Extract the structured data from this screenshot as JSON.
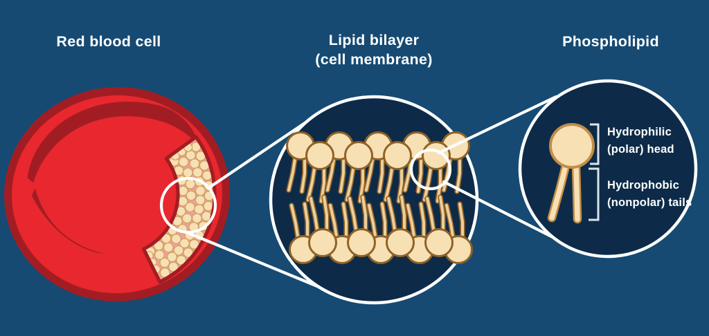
{
  "sections": {
    "red_blood_cell": {
      "label": "Red blood cell"
    },
    "lipid_bilayer": {
      "label_line1": "Lipid bilayer",
      "label_line2": "(cell membrane)"
    },
    "phospholipid": {
      "label": "Phospholipid",
      "annotations": {
        "head_line1": "Hydrophilic",
        "head_line2": "(polar) head",
        "tails_line1": "Hydrophobic",
        "tails_line2": "(nonpolar) tails"
      }
    }
  },
  "colors": {
    "background": "#164A72",
    "inset_circle": "#0D2B48",
    "outline_white": "#FFFFFF",
    "label_text": "#FFFFFF",
    "cell_red": "#E8282E",
    "cell_dark_red": "#A21D23",
    "membrane_pink": "#F0A0A0",
    "lipid_cream": "#F8E0B5",
    "lipid_tail_cream": "#EDCF9B",
    "lipid_outline_dark": "#8F6227",
    "phospholipid_outline": "#C18E47",
    "dot_outline": "#CE9F5C",
    "bracket": "#DCE4EB"
  }
}
